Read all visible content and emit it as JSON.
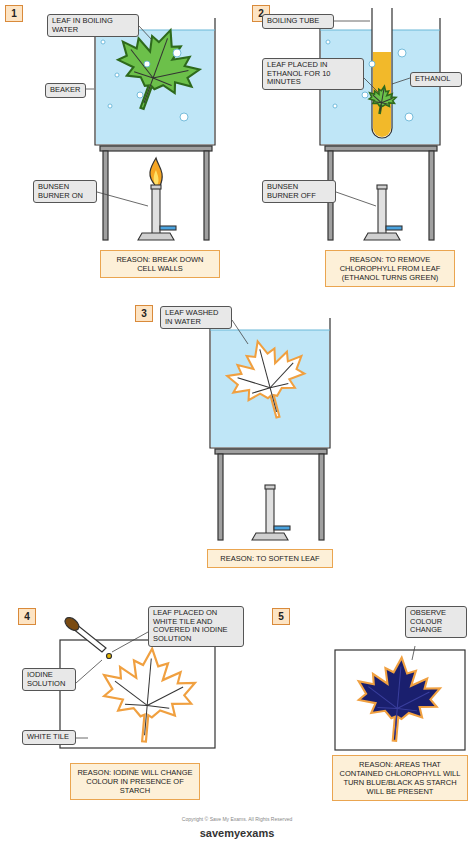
{
  "diagram": {
    "nodes": [
      {
        "text": [
          "1"
        ]
      },
      {
        "text": [
          "LEAF IN BOILING WATER"
        ]
      },
      {
        "text": [
          "BEAKER"
        ]
      },
      {
        "text": [
          "BUNSEN BURNER ON"
        ]
      },
      {
        "text": [
          "REASON: BREAK DOWN CELL WALLS"
        ]
      },
      {
        "text": [
          "2"
        ]
      },
      {
        "text": [
          "BOILING TUBE"
        ]
      },
      {
        "text": [
          "LEAF PLACED IN ETHANOL FOR 10 MINUTES"
        ]
      },
      {
        "text": [
          "ETHANOL"
        ]
      },
      {
        "text": [
          "BUNSEN BURNER OFF"
        ]
      },
      {
        "text": [
          "REASON: TO REMOVE CHLOROPHYLL FROM LEAF (ETHANOL TURNS GREEN)"
        ]
      },
      {
        "text": [
          "3"
        ]
      },
      {
        "text": [
          "LEAF WASHED IN WATER"
        ]
      },
      {
        "text": [
          "REASON: TO SOFTEN LEAF"
        ]
      },
      {
        "text": [
          "4"
        ]
      },
      {
        "text": [
          "LEAF PLACED ON WHITE TILE AND COVERED IN IODINE SOLUTION"
        ]
      },
      {
        "text": [
          "IODINE SOLUTION"
        ]
      },
      {
        "text": [
          "WHITE TILE"
        ]
      },
      {
        "text": [
          "REASON: IODINE WILL CHANGE COLOUR IN PRESENCE OF STARCH"
        ]
      },
      {
        "text": [
          "5"
        ]
      },
      {
        "text": [
          "OBSERVE COLOUR CHANGE"
        ]
      },
      {
        "text": [
          "REASON: AREAS THAT CONTAINED CHLOROPHYLL WILL TURN BLUE/BLACK AS STARCH WILL BE PRESENT"
        ]
      }
    ],
    "labels": [
      "Copyright © Save My Exams. All Rights Reserved",
      "savemyexams"
    ]
  }
}
